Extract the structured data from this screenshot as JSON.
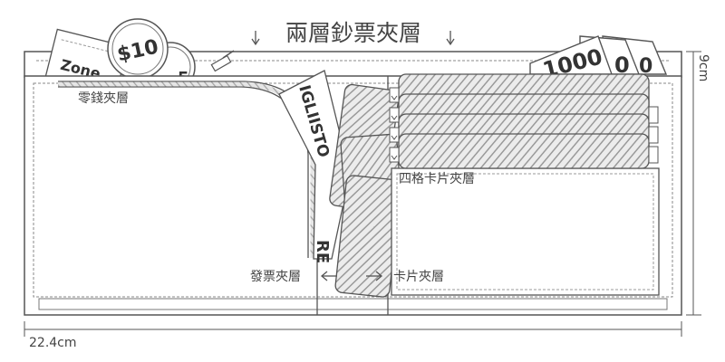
{
  "diagram": {
    "title": "兩層鈔票夾層",
    "labels": {
      "coin_pocket": "零錢夾層",
      "four_card_slots": "四格卡片夾層",
      "receipt_pocket": "發票夾層",
      "card_pocket": "卡片夾層"
    },
    "dimensions": {
      "width": "22.4cm",
      "height": "9cm"
    },
    "props": {
      "coin_value": "$10",
      "coin_partial": "5",
      "ticket_text": "Zone",
      "banknote_text": "1000",
      "banknote_extra": "0",
      "receipt_text": "IGLIISTO",
      "receipt_bottom": "RE"
    },
    "colors": {
      "line": "#555555",
      "hatch": "#9a9a9a",
      "paper": "#ffffff"
    }
  }
}
